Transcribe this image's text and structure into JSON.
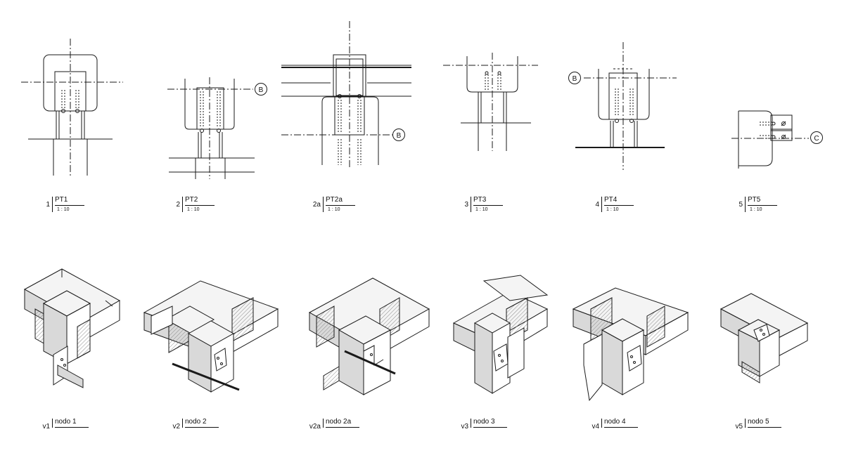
{
  "plans": [
    {
      "num": "1",
      "name": "PT1",
      "scale": "1 : 10"
    },
    {
      "num": "2",
      "name": "PT2",
      "scale": "1 : 10"
    },
    {
      "num": "2a",
      "name": "PT2a",
      "scale": "1 : 10"
    },
    {
      "num": "3",
      "name": "PT3",
      "scale": "1 : 10"
    },
    {
      "num": "4",
      "name": "PT4",
      "scale": "1 : 10"
    },
    {
      "num": "5",
      "name": "PT5",
      "scale": "1 : 10"
    }
  ],
  "views": [
    {
      "num": "v1",
      "name": "nodo 1"
    },
    {
      "num": "v2",
      "name": "nodo 2"
    },
    {
      "num": "v2a",
      "name": "nodo 2a"
    },
    {
      "num": "v3",
      "name": "nodo 3"
    },
    {
      "num": "v4",
      "name": "nodo 4"
    },
    {
      "num": "v5",
      "name": "nodo 5"
    }
  ],
  "markers": {
    "b1": "B",
    "b2": "B",
    "b3": "B",
    "c": "C"
  },
  "colors": {
    "line": "#1a1a1a",
    "hatch": "#8a8a8a",
    "top": "#f4f4f4",
    "left": "#d9d9d9",
    "right": "#ffffff"
  }
}
